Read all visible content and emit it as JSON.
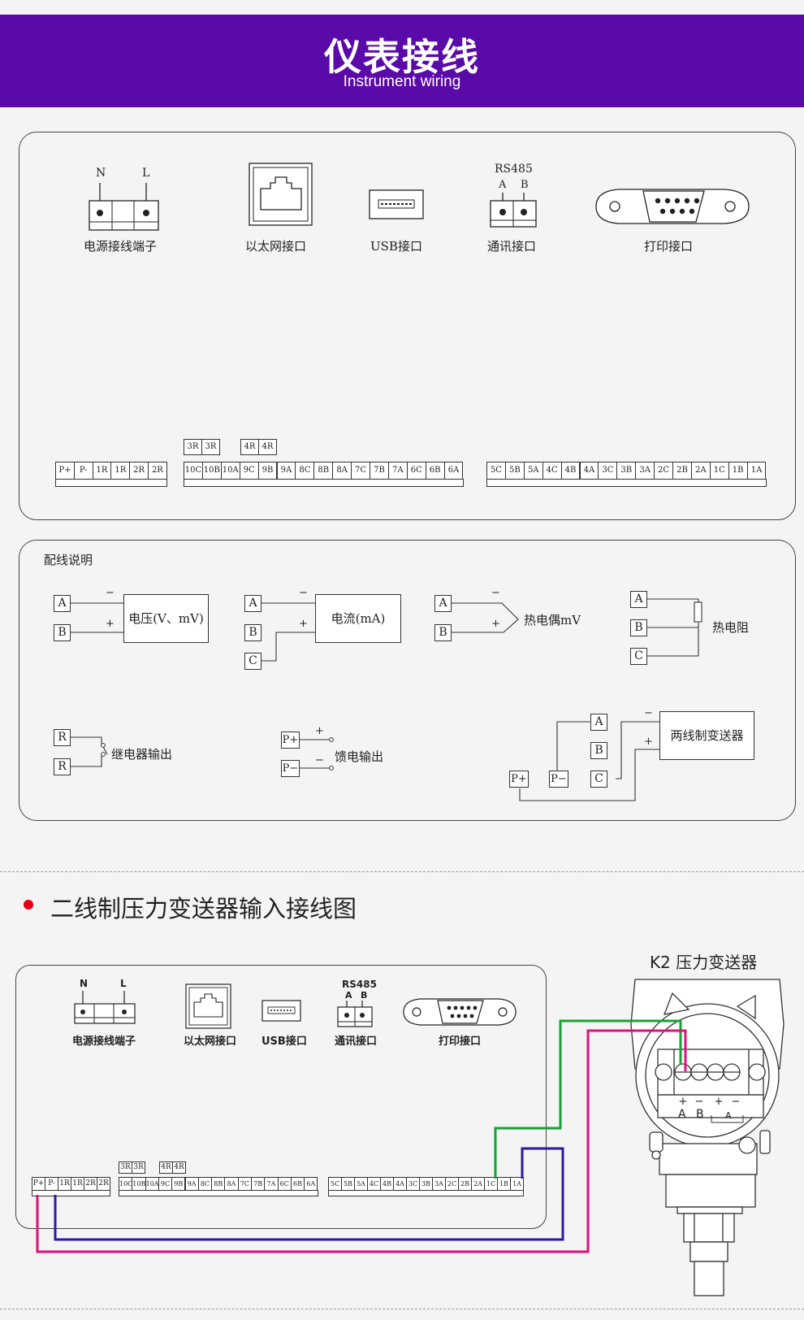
{
  "header": {
    "title": "仪表接线",
    "subtitle": "Instrument wiring"
  },
  "ports": {
    "power_label": "电源接线端子",
    "power_N": "N",
    "power_L": "L",
    "ethernet_label": "以太网接口",
    "usb_label": "USB接口",
    "comm_label": "通讯接口",
    "rs485": "RS485",
    "rs485_A": "A",
    "rs485_B": "B",
    "print_label": "打印接口"
  },
  "terminals": {
    "group1": [
      "P+",
      "P-",
      "1R",
      "1R",
      "2R",
      "2R"
    ],
    "group2": [
      "10C",
      "10B",
      "10A",
      "9C",
      "9B",
      "9A",
      "8C",
      "8B",
      "8A",
      "7C",
      "7B",
      "7A",
      "6C",
      "6B",
      "6A"
    ],
    "group3": [
      "5C",
      "5B",
      "5A",
      "4C",
      "4B",
      "4A",
      "3C",
      "3B",
      "3A",
      "2C",
      "2B",
      "2A",
      "1C",
      "1B",
      "1A"
    ],
    "extra3R": [
      "3R",
      "3R"
    ],
    "extra4R": [
      "4R",
      "4R"
    ]
  },
  "wiring": {
    "title": "配线说明",
    "voltage": "电压(V、mV)",
    "current": "电流(mA)",
    "thermocouple": "热电偶mV",
    "rtd": "热电阻",
    "relay": "继电器输出",
    "feed": "馈电输出",
    "two_wire": "两线制变送器",
    "A": "A",
    "B": "B",
    "C": "C",
    "R": "R",
    "plus": "+",
    "minus": "−",
    "Pplus": "P+",
    "Pminus": "P−"
  },
  "section2": {
    "title": "二线制压力变送器输入接线图",
    "transmitter_title": "K2 压力变送器",
    "tx_plus_A": "A",
    "tx_minus_B": "B",
    "tx_extra": "A"
  },
  "colors": {
    "header": "#5a0aa8",
    "bullet": "#e60012",
    "green_wire": "#1aa038",
    "blue_wire": "#2a1aa0",
    "pink_wire": "#e0107a"
  }
}
